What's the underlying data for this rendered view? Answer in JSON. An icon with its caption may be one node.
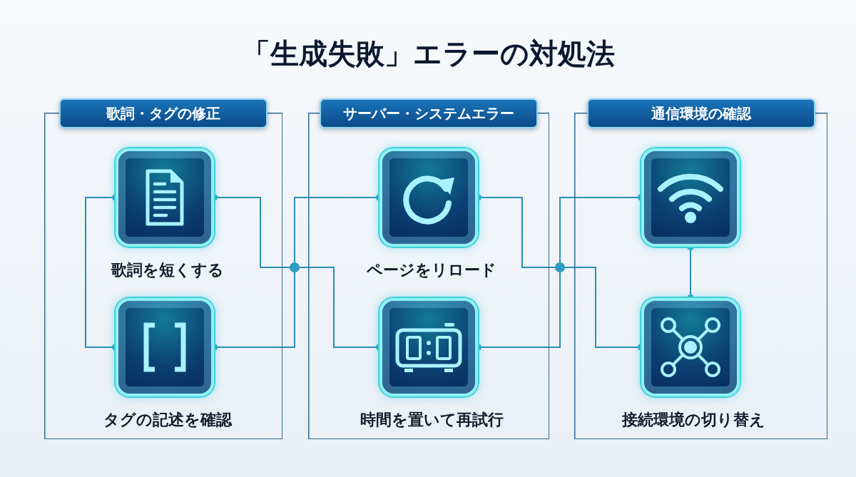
{
  "diagram": {
    "title": "「生成失敗」エラーの対処法",
    "nodes": [
      {
        "text": [
          "歌詞・タグの修正"
        ]
      },
      {
        "text": [
          "歌詞を短くする"
        ],
        "in": 0
      },
      {
        "text": [
          "タグの記述を確認"
        ],
        "in": 0
      },
      {
        "text": [
          "サーバー・システムエラー"
        ]
      },
      {
        "text": [
          "ページをリロード"
        ],
        "in": 3
      },
      {
        "text": [
          "時間を置いて再試行"
        ],
        "in": 3
      },
      {
        "text": [
          "通信環境の確認"
        ]
      },
      {
        "text": [],
        "shape": "box",
        "in": 6
      },
      {
        "text": [
          "接続環境の切り替え"
        ],
        "in": 6
      }
    ],
    "edges": [
      {
        "from": 1,
        "to": 2,
        "arrow": "other"
      },
      {
        "from": 1,
        "to": 5,
        "arrow": "other"
      },
      {
        "from": 2,
        "to": 4,
        "arrow": "other"
      },
      {
        "from": 4,
        "to": 8,
        "arrow": "other"
      },
      {
        "from": 5,
        "to": 7,
        "arrow": "other"
      },
      {
        "from": 7,
        "to": 8,
        "arrow": "other"
      }
    ]
  }
}
